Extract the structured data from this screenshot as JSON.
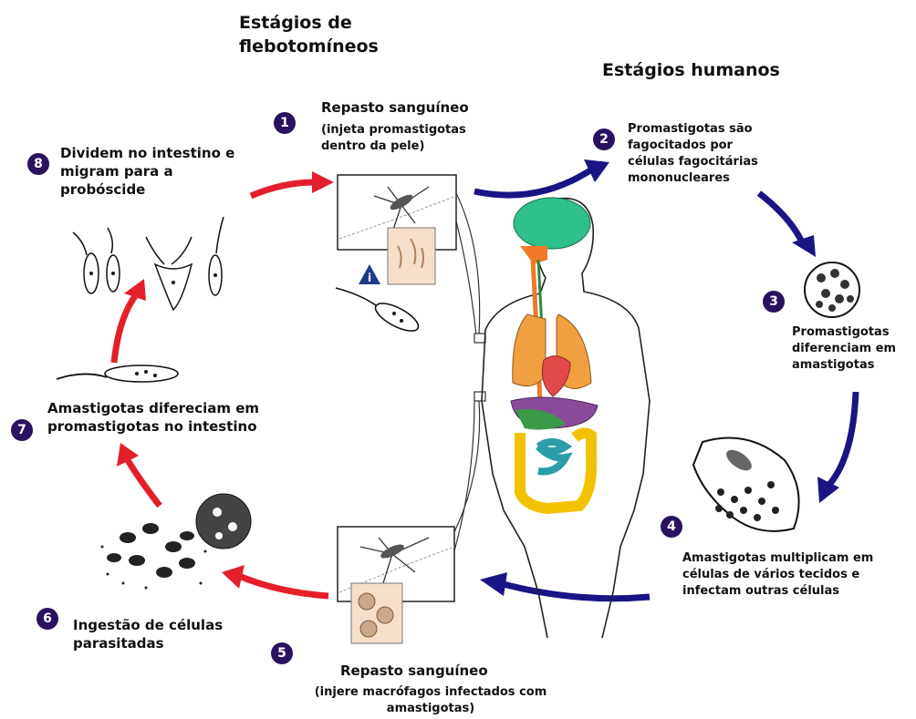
{
  "headings": {
    "sandfly": "Estágios de flebotomíneos",
    "human": "Estágios humanos"
  },
  "steps": [
    {
      "number": "1",
      "title": "Repasto sanguíneo",
      "detail": "(injeta promastigotas dentro da pele)"
    },
    {
      "number": "2",
      "title": "Promastigotas são fagocitados por células fagocitárias mononucleares"
    },
    {
      "number": "3",
      "title": "Promastigotas diferenciam em amastigotas"
    },
    {
      "number": "4",
      "title": "Amastigotas multiplicam em células de vários tecidos e infectam outras células"
    },
    {
      "number": "5",
      "title": "Repasto sanguíneo",
      "detail": "(injere macrófagos infectados com amastigotas)"
    },
    {
      "number": "6",
      "title": "Ingestão de células parasitadas"
    },
    {
      "number": "7",
      "title": "Amastigotas difereciam em promastigotas no intestino"
    },
    {
      "number": "8",
      "title": "Dividem no intestino e migram para a probóscide"
    }
  ],
  "info_marker": "i",
  "colors": {
    "sandfly_arrow": "#e3202a",
    "human_arrow": "#1a1585",
    "step_badge": "#2a1260",
    "brain": "#2fbf8a",
    "lungs": "#f0a040",
    "heart": "#e24a4a",
    "intestine": "#f2c200",
    "small_intestine": "#2a9da6"
  }
}
